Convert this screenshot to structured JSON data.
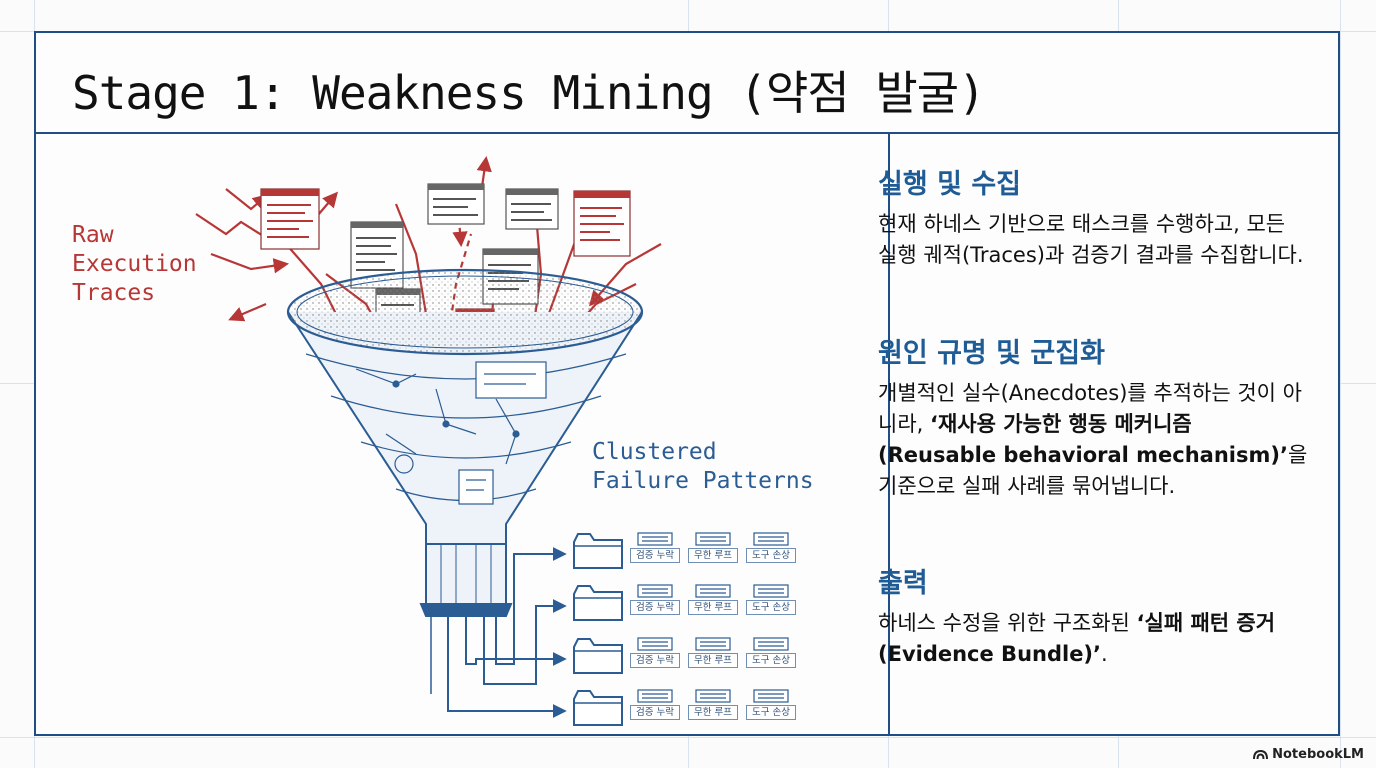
{
  "page": {
    "title": "Stage 1: Weakness Mining (약점 발굴)"
  },
  "diagram": {
    "input_label": "Raw\nExecution\nTraces",
    "output_label": "Clustered\nFailure Patterns",
    "cluster_tags": [
      [
        "검증 누락",
        "무한 루프",
        "도구 손상"
      ],
      [
        "검증 누락",
        "무한 루프",
        "도구 손상"
      ],
      [
        "검증 누락",
        "무한 루프",
        "도구 손상"
      ],
      [
        "검증 누락",
        "무한 루프",
        "도구 손상"
      ]
    ],
    "colors": {
      "frame": "#1f4e86",
      "funnel": "#2b5c93",
      "trace_red": "#b73636"
    }
  },
  "sections": [
    {
      "heading": "실행 및 수집",
      "body": "현재 하네스 기반으로 태스크를 수행하고, 모든 실행 궤적(Traces)과 검증기 결과를 수집합니다."
    },
    {
      "heading": "원인 규명 및 군집화",
      "body_parts": [
        "개별적인 실수(Anecdotes)를 추적하는 것이 아니라, ",
        "‘재사용 가능한 행동 메커니즘(Reusable behavioral mechanism)’",
        "을 기준으로 실패 사례를 묶어냅니다."
      ]
    },
    {
      "heading": "출력",
      "body_parts": [
        "하네스 수정을 위한 구조화된 ",
        "‘실패 패턴 증거(Evidence Bundle)’",
        "."
      ]
    }
  ],
  "branding": {
    "label": "NotebookLM",
    "icon": "notebooklm-logo-icon"
  }
}
